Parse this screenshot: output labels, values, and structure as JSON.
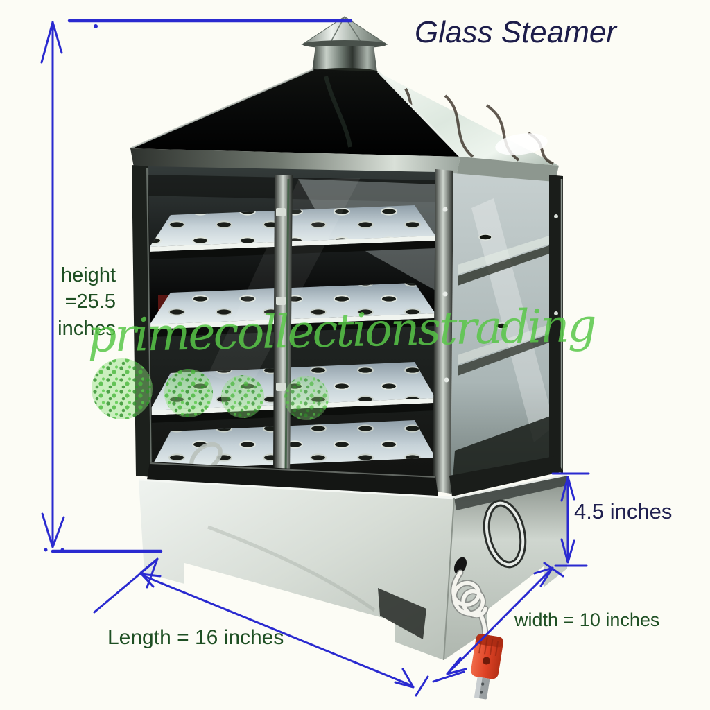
{
  "title": "Glass Steamer",
  "watermark": {
    "text": "primecollectionstrading",
    "color": "#58c748"
  },
  "dimensions": {
    "height": {
      "label_line1": "height =25.5",
      "label_line2": "inches"
    },
    "length": {
      "label": "Length = 16 inches"
    },
    "width": {
      "label": "width = 10 inches"
    },
    "base_height": {
      "label": "4.5 inches"
    }
  },
  "colors": {
    "background": "#fcfcf5",
    "arrow_blue": "#2a2ad0",
    "dimension_text_green": "#1e4f23",
    "dimension_text_navy": "#20204f",
    "title_navy": "#1d1d4a",
    "watermark_green": "#58c748",
    "plug_red": "#e24a2e"
  }
}
